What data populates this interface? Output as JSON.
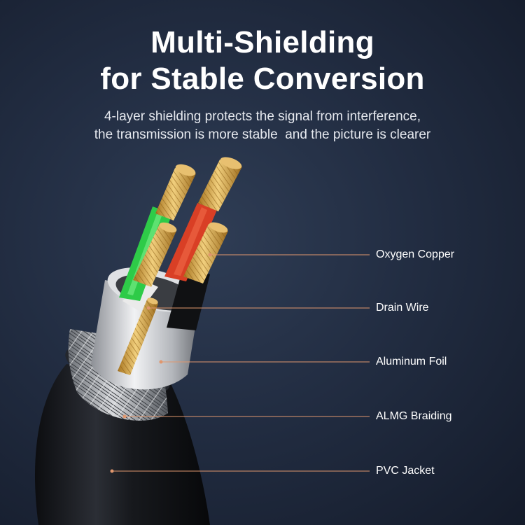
{
  "title": {
    "line1": "Multi-Shielding",
    "line2": "for Stable Conversion"
  },
  "subtitle": {
    "line1": "4-layer shielding protects the signal from interference,",
    "line2": "the transmission is more stable  and the picture is clearer"
  },
  "callouts": [
    {
      "label": "Oxygen Copper"
    },
    {
      "label": "Drain Wire"
    },
    {
      "label": "Aluminum Foil"
    },
    {
      "label": "ALMG Braiding"
    },
    {
      "label": "PVC Jacket"
    }
  ],
  "colors": {
    "background": "#222d42",
    "callout_line": "#e0976e",
    "wire_green": "#2fd04a",
    "wire_red": "#e2452a",
    "wire_white": "#eeeeee",
    "wire_black": "#111111",
    "copper": "#d9a84a",
    "jacket": "#1a1c20",
    "foil": "#c9ccd1"
  }
}
